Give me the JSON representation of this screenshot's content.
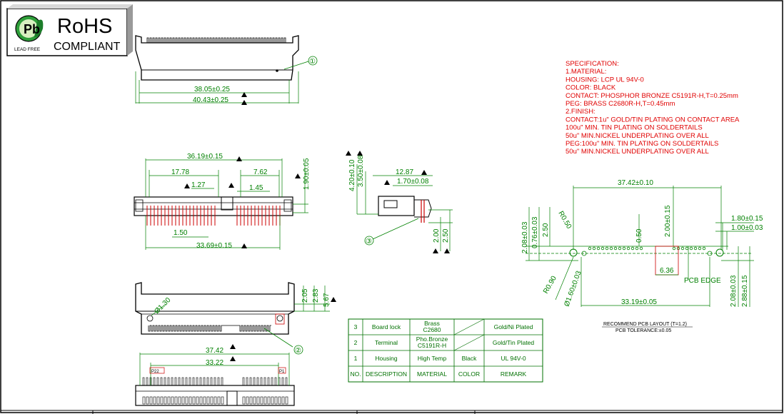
{
  "badge": {
    "line1": "RoHS",
    "line2": "COMPLIANT",
    "lead_free": "LEAD FREE",
    "logo_letter": "Pb"
  },
  "callouts": {
    "c1": "①",
    "c2": "②",
    "c3": "③"
  },
  "top_view": {
    "d1": "38.05±0.25",
    "d2": "40.43±0.25"
  },
  "front_view": {
    "d_total": "36.19±0.15",
    "d_left": "17.78",
    "d_right": "7.62",
    "d_pitch1": "1.27",
    "d_pitch2": "1.45",
    "d_height": "1.90±0.05",
    "d_tail": "1.50",
    "d_bottom": "33.69±0.15"
  },
  "side_view": {
    "d_h1": "4.20±0.10",
    "d_h2": "3.50±0.08",
    "d_w1": "12.87",
    "d_w2": "1.70±0.08",
    "d_v1": "2.00",
    "d_v2": "2.50"
  },
  "bottom_view": {
    "d_hole": "Ø1.30",
    "d_a": "2.05",
    "d_b": "2.83",
    "d_c": "5.67",
    "d_top": "37.42",
    "d_inner": "33.22",
    "pin_p22": "P22",
    "pin_p1": "P1"
  },
  "spec": {
    "lines": [
      "SPECIFICATION:",
      "1.MATERIAL:",
      "  HOUSING: LCP UL 94V-0",
      "  COLOR: BLACK",
      "  CONTACT: PHOSPHOR BRONZE C5191R-H,T=0.25mm",
      "  PEG: BRASS C2680R-H,T=0.45mm",
      "2.FINISH:",
      "  CONTACT:1u\" GOLD/TIN PLATING ON CONTACT AREA",
      "                  100u\" MIN. TIN PLATING ON SOLDERTAILS",
      "                  50u\" MIN.NICKEL UNDERPLATING OVER ALL",
      "  PEG:100u\" MIN. TIN PLATING ON SOLDERTAILS",
      "        50u\" MIN.NICKEL UNDERPLATING OVER ALL"
    ]
  },
  "pcb": {
    "d_top": "37.42±0.10",
    "d_a": "2.08±0.03",
    "d_b": "0.76±0.03",
    "d_c": "2.50",
    "d_r050": "R0.50",
    "d_050": "0.50",
    "d_200": "2.00±0.15",
    "d_180": "1.80±0.15",
    "d_100": "1.00±0.03",
    "d_636": "6.36",
    "pcb_edge": "PCB EDGE",
    "d_r090": "R0.90",
    "d_dia": "Ø1.60±0.03",
    "d_3319": "33.19±0.05",
    "d_208b": "2.08±0.03",
    "d_288": "2.88±0.15",
    "title": "RECOMMEND PCB LAYOUT (T=1.2)",
    "tol": "PCB TOLERANCE:±0.05"
  },
  "bom": {
    "rows": [
      {
        "no": "3",
        "desc": "Board lock",
        "mat": "Brass C2680",
        "color": "",
        "remark": "Gold/Ni Plated"
      },
      {
        "no": "2",
        "desc": "Terminal",
        "mat": "Pho.Bronze C5191R-H",
        "color": "",
        "remark": "Gold/Tin Plated"
      },
      {
        "no": "1",
        "desc": "Housing",
        "mat": "High Temp",
        "color": "Black",
        "remark": "UL 94V-0"
      }
    ],
    "header": {
      "no": "NO.",
      "desc": "DESCRIPTION",
      "mat": "MATERIAL",
      "color": "COLOR",
      "remark": "REMARK"
    }
  },
  "colors": {
    "dimension": "#008000",
    "spec": "#e00000",
    "part": "#000000",
    "pin": "#cc0000"
  }
}
